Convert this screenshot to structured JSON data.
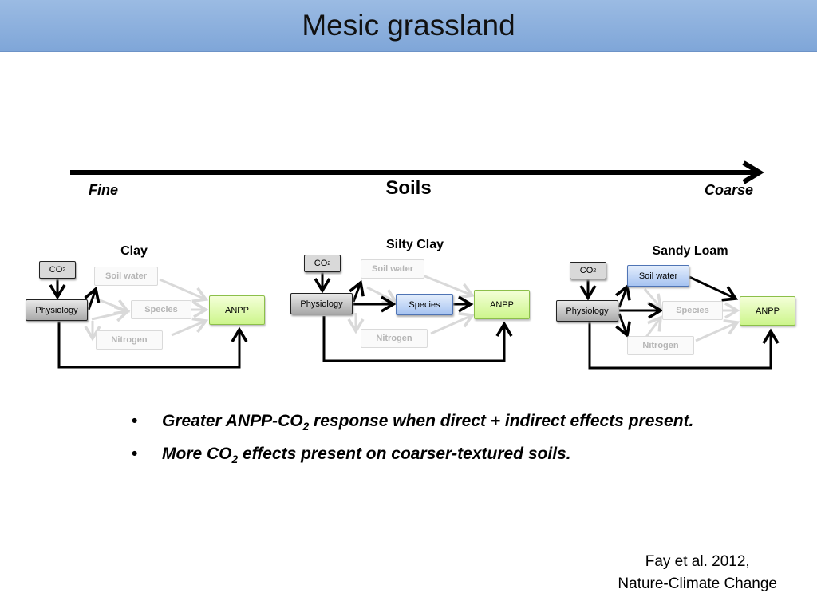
{
  "slide": {
    "title": "Mesic grassland",
    "axis": {
      "left": "Fine",
      "center": "Soils",
      "right": "Coarse"
    },
    "panels": [
      {
        "title": "Clay"
      },
      {
        "title": "Silty Clay"
      },
      {
        "title": "Sandy Loam"
      }
    ],
    "nodes": {
      "co2": "CO",
      "co2_sub": "2",
      "physiology": "Physiology",
      "soil_water": "Soil water",
      "species": "Species",
      "nitrogen": "Nitrogen",
      "anpp": "ANPP"
    },
    "bullets": [
      {
        "before": "Greater ANPP-CO",
        "sub": "2",
        "after": " response when direct + indirect effects present."
      },
      {
        "before": "More CO",
        "sub": "2",
        "after": " effects present on coarser-textured soils."
      }
    ],
    "citation": {
      "line1": "Fay et al.  2012,",
      "line2": "Nature-Climate Change"
    },
    "colors": {
      "title_bar": "#8eb1df",
      "anpp_fill": "#d5f79a",
      "highlight_fill": "#b8cff3",
      "faint_arrow": "#d9d9d9"
    }
  }
}
